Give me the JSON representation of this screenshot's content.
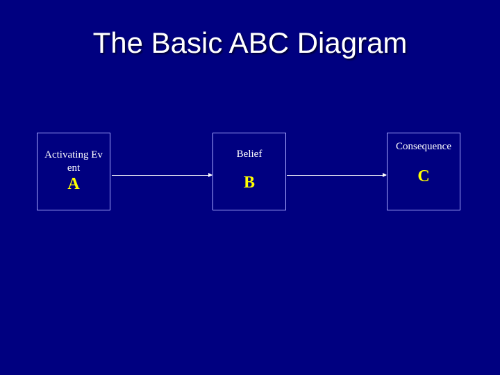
{
  "slide": {
    "title": "The Basic ABC Diagram",
    "background": "#000080"
  },
  "diagram": {
    "nodes": [
      {
        "label": "Activating Event",
        "letter": "A"
      },
      {
        "label": "Belief",
        "letter": "B"
      },
      {
        "label": "Consequence",
        "letter": "C"
      }
    ],
    "edges": [
      {
        "from": "A",
        "to": "B"
      },
      {
        "from": "B",
        "to": "C"
      }
    ],
    "letter_color": "#ffff00",
    "border_color": "#a8a8ff"
  }
}
